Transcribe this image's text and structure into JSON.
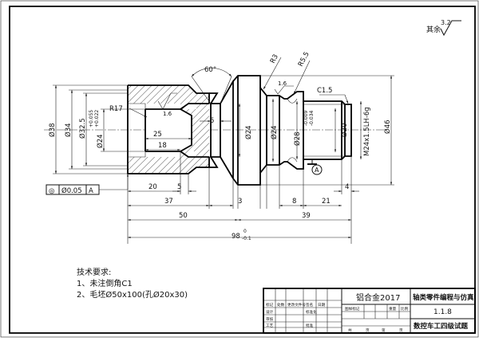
{
  "roughness": {
    "general_label": "其余",
    "general_value": "3.2",
    "local_value": "1.6",
    "groove_value": "1.6"
  },
  "angles": {
    "cone": "60°"
  },
  "radii": {
    "r3": "R3",
    "r55": "R5.5",
    "r17": "R17"
  },
  "chamfer": "C1.5",
  "diameters": {
    "d38": "Ø38",
    "d34": "Ø34",
    "d325": "Ø32.5",
    "d24_bore_main": "Ø24",
    "d24_bore_tol_upper": "+0.055",
    "d24_bore_tol_lower": "+0.022",
    "d24_a": "Ø24",
    "d24_b": "Ø24",
    "d28_main": "Ø28",
    "d28_tol_upper": "-0.009",
    "d28_tol_lower": "-0.034",
    "d20": "Ø20",
    "d46": "Ø46",
    "thread": "M24x1.5LH-6g"
  },
  "lengths": {
    "l25": "25",
    "l18": "18",
    "l5_groove": "5",
    "l20": "20",
    "l5": "5",
    "l37": "37",
    "l3": "3",
    "l50": "50",
    "l8": "8",
    "l21": "21",
    "l4": "4",
    "l39": "39",
    "l98": "98",
    "l98_tol_upper": "0",
    "l98_tol_lower": "-0.1"
  },
  "datum": "A",
  "tolerance_frame": {
    "symbol": "◎",
    "value": "Ø0.05",
    "datum": "A"
  },
  "notes": {
    "title": "技术要求:",
    "line1": "1、未注倒角C1",
    "line2": "2、毛坯Ø50x100(孔Ø20x30)"
  },
  "title_block": {
    "material": "铝合金2017",
    "title": "轴类零件编程与仿真",
    "number": "1.1.8",
    "subtitle": "数控车工四级试题",
    "labels": [
      "标记",
      "处数",
      "更改文件号",
      "签名",
      "日期",
      "设计",
      "标准化",
      "审核",
      "工艺",
      "批准",
      "图样标记",
      "重量",
      "比例",
      "共",
      "页",
      "第",
      "页"
    ]
  }
}
